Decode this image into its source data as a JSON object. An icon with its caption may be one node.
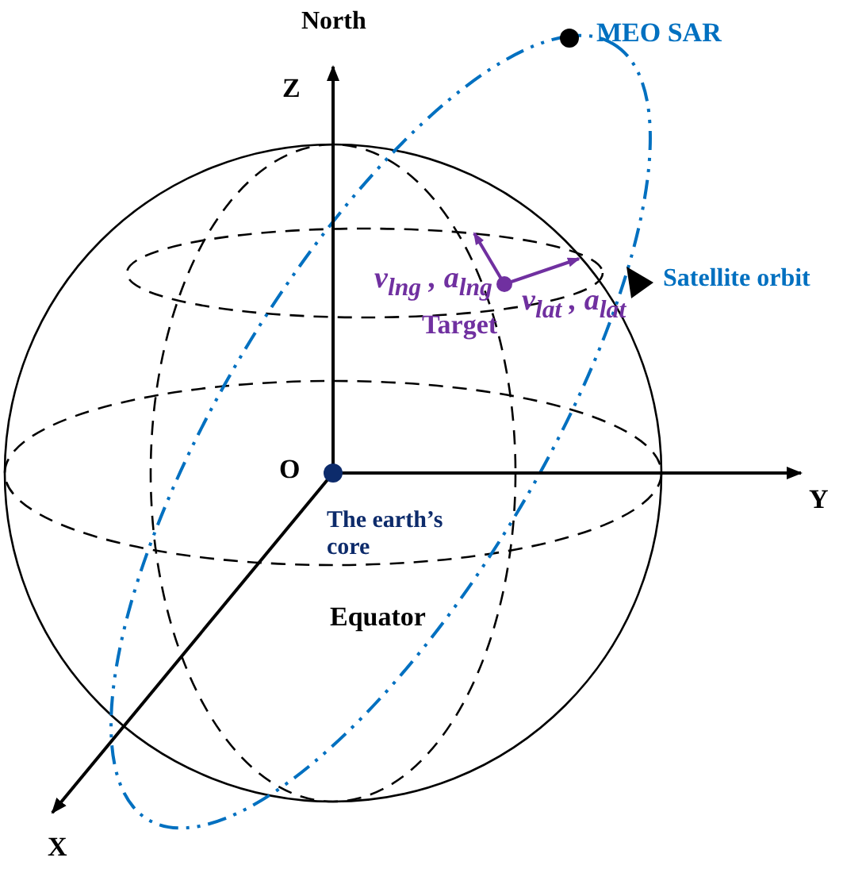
{
  "diagram": {
    "labels": [
      "North",
      "Z",
      "MEO SAR",
      "Satellite orbit",
      "v$_{lng}$ , a$_{lng}$",
      "v$_{lat}$ , a$_{lat}$",
      "Target",
      "O",
      "Y",
      "The earth’s core",
      "Equator",
      "X"
    ]
  }
}
